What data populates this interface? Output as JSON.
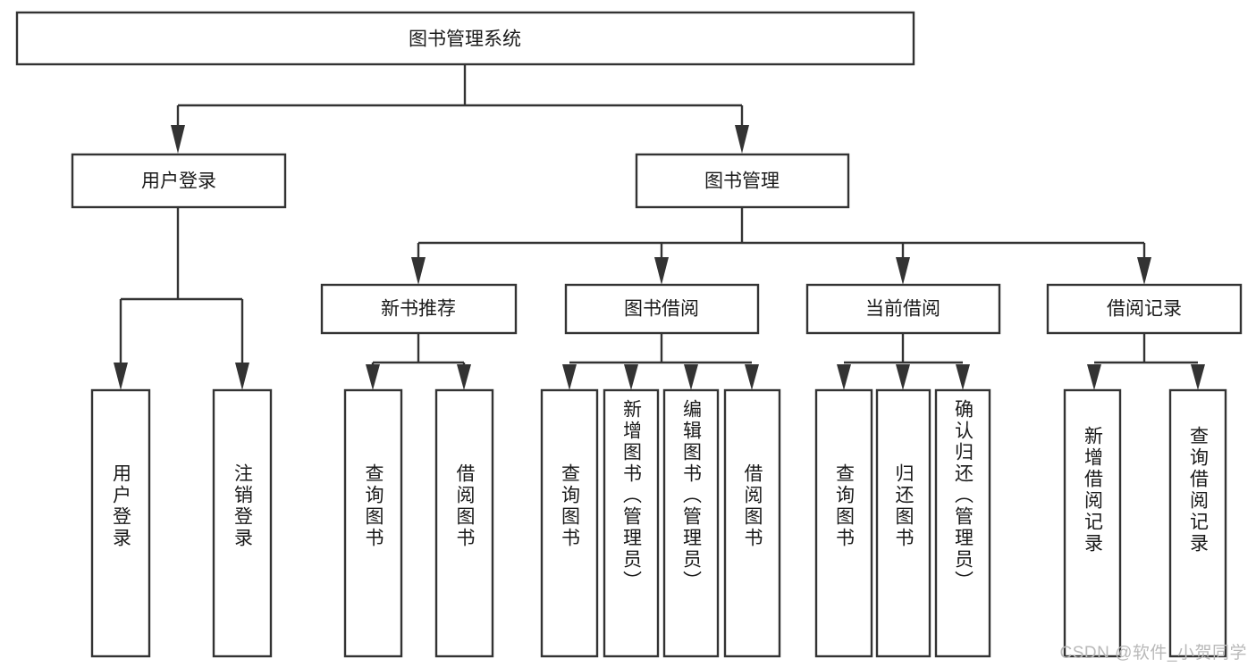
{
  "diagram": {
    "type": "hierarchy-tree",
    "title": "图书管理系统",
    "root": {
      "id": "root",
      "label": "图书管理系统",
      "orientation": "horizontal"
    },
    "level2": [
      {
        "id": "user-login",
        "label": "用户登录",
        "orientation": "horizontal"
      },
      {
        "id": "book-manage",
        "label": "图书管理",
        "orientation": "horizontal"
      }
    ],
    "level3": [
      {
        "id": "new-book-rec",
        "label": "新书推荐",
        "orientation": "horizontal",
        "parent": "book-manage"
      },
      {
        "id": "book-borrow",
        "label": "图书借阅",
        "orientation": "horizontal",
        "parent": "book-manage"
      },
      {
        "id": "current-borrow",
        "label": "当前借阅",
        "orientation": "horizontal",
        "parent": "book-manage"
      },
      {
        "id": "borrow-record",
        "label": "借阅记录",
        "orientation": "horizontal",
        "parent": "book-manage"
      }
    ],
    "leaves": [
      {
        "id": "leaf-user-login",
        "label": "用户登录",
        "orientation": "vertical",
        "parent": "user-login"
      },
      {
        "id": "leaf-logout",
        "label": "注销登录",
        "orientation": "vertical",
        "parent": "user-login"
      },
      {
        "id": "leaf-query-book-1",
        "label": "查询图书",
        "orientation": "vertical",
        "parent": "new-book-rec"
      },
      {
        "id": "leaf-borrow-book-1",
        "label": "借阅图书",
        "orientation": "vertical",
        "parent": "new-book-rec"
      },
      {
        "id": "leaf-query-book-2",
        "label": "查询图书",
        "orientation": "vertical",
        "parent": "book-borrow"
      },
      {
        "id": "leaf-add-book",
        "label": "新增图书（管理员）",
        "orientation": "vertical",
        "parent": "book-borrow"
      },
      {
        "id": "leaf-edit-book",
        "label": "编辑图书（管理员）",
        "orientation": "vertical",
        "parent": "book-borrow"
      },
      {
        "id": "leaf-borrow-book-2",
        "label": "借阅图书",
        "orientation": "vertical",
        "parent": "book-borrow"
      },
      {
        "id": "leaf-query-book-3",
        "label": "查询图书",
        "orientation": "vertical",
        "parent": "current-borrow"
      },
      {
        "id": "leaf-return-book",
        "label": "归还图书",
        "orientation": "vertical",
        "parent": "current-borrow"
      },
      {
        "id": "leaf-confirm-return",
        "label": "确认归还（管理员）",
        "orientation": "vertical",
        "parent": "current-borrow"
      },
      {
        "id": "leaf-add-record",
        "label": "新增借阅记录",
        "orientation": "vertical",
        "parent": "borrow-record"
      },
      {
        "id": "leaf-query-record",
        "label": "查询借阅记录",
        "orientation": "vertical",
        "parent": "borrow-record"
      }
    ],
    "colors": {
      "stroke": "#333333",
      "fill": "#ffffff",
      "text": "#1a1a1a",
      "background": "#ffffff",
      "watermark": "#b9b9b9"
    }
  },
  "watermark": {
    "text": "CSDN @软件_小贺同学"
  }
}
